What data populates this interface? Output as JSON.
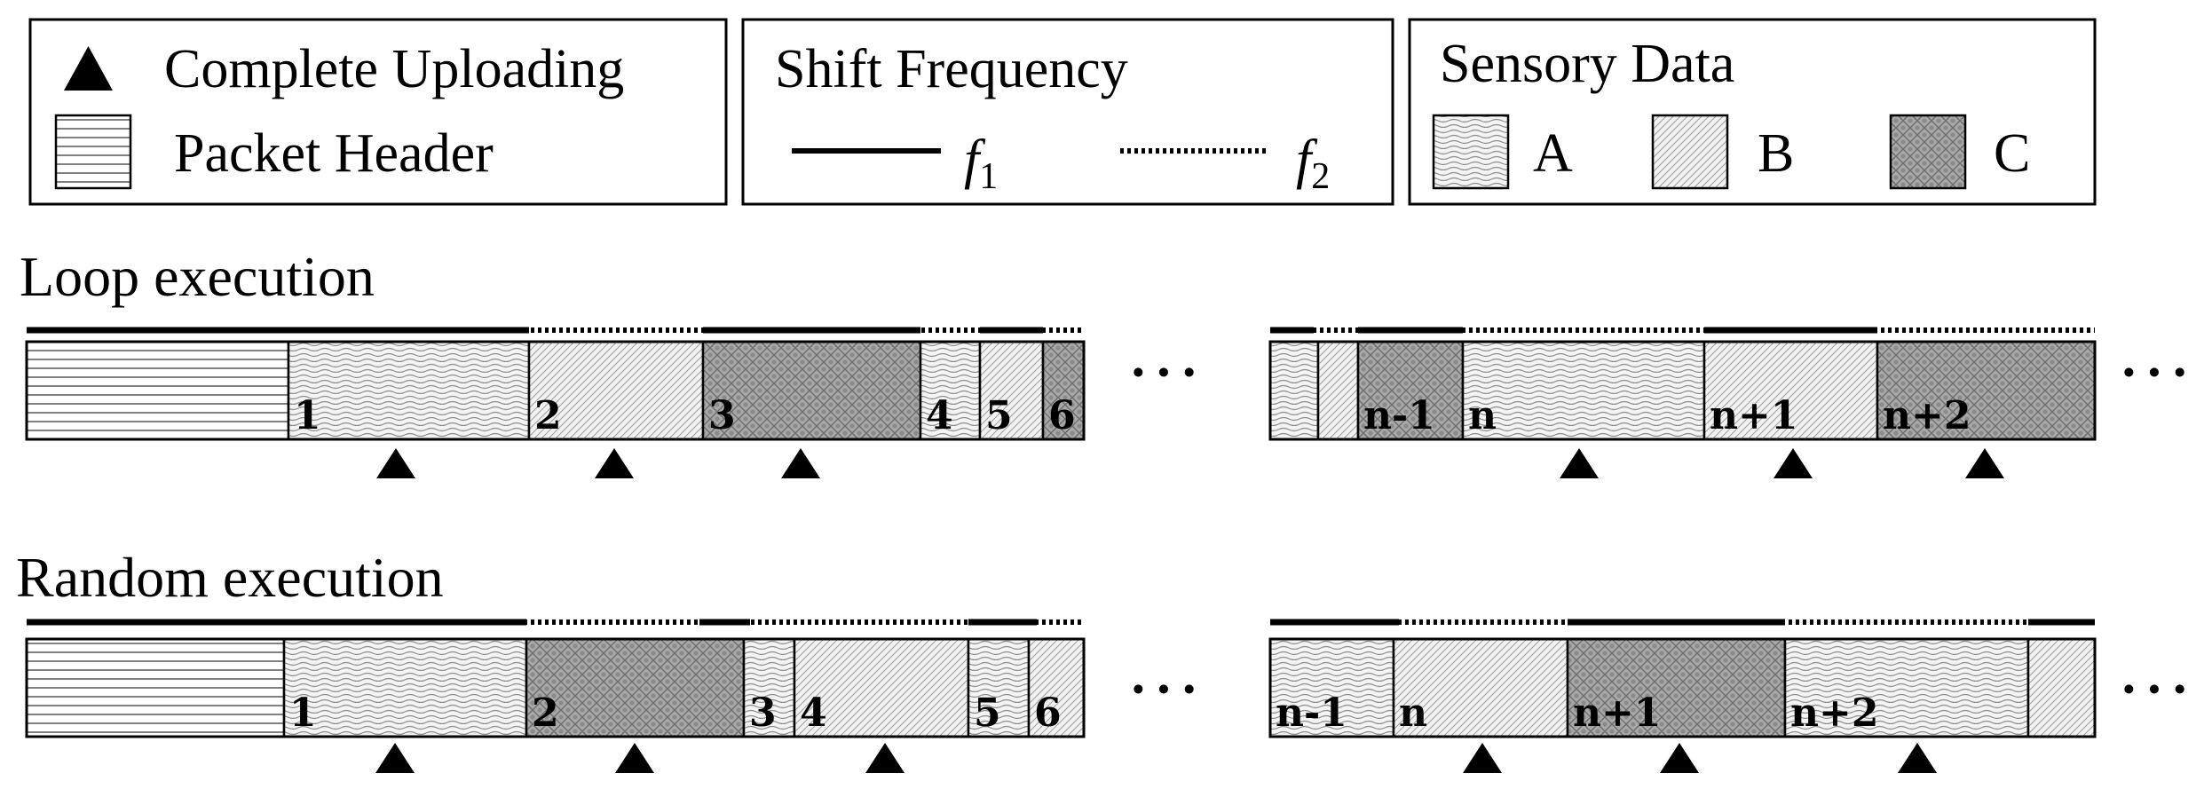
{
  "legend": {
    "complete_uploading": "Complete Uploading",
    "packet_header": "Packet Header",
    "shift_frequency": "Shift Frequency",
    "f1": "f",
    "f1_sub": "1",
    "f2": "f",
    "f2_sub": "2",
    "sensory_data": "Sensory Data",
    "type_a": "A",
    "type_b": "B",
    "type_c": "C"
  },
  "loop": {
    "title": "Loop execution",
    "ellipsis": "···",
    "left_segments": [
      {
        "type": "header",
        "label": ""
      },
      {
        "type": "A",
        "label": "1"
      },
      {
        "type": "B",
        "label": "2"
      },
      {
        "type": "C",
        "label": "3"
      },
      {
        "type": "A",
        "label": "4"
      },
      {
        "type": "B",
        "label": "5"
      },
      {
        "type": "C",
        "label": "6"
      }
    ],
    "right_segments": [
      {
        "type": "A",
        "label": ""
      },
      {
        "type": "B",
        "label": ""
      },
      {
        "type": "C",
        "label": "n-1"
      },
      {
        "type": "A",
        "label": "n"
      },
      {
        "type": "B",
        "label": "n+1"
      },
      {
        "type": "C",
        "label": "n+2"
      }
    ]
  },
  "random": {
    "title": "Random execution",
    "ellipsis": "···",
    "left_segments": [
      {
        "type": "header",
        "label": ""
      },
      {
        "type": "A",
        "label": "1"
      },
      {
        "type": "C",
        "label": "2"
      },
      {
        "type": "A",
        "label": "3"
      },
      {
        "type": "B",
        "label": "4"
      },
      {
        "type": "A",
        "label": "5"
      },
      {
        "type": "B",
        "label": "6"
      }
    ],
    "right_segments": [
      {
        "type": "A",
        "label": "n-1"
      },
      {
        "type": "B",
        "label": "n"
      },
      {
        "type": "C",
        "label": "n+1"
      },
      {
        "type": "A",
        "label": "n+2"
      },
      {
        "type": "B",
        "label": ""
      }
    ]
  }
}
